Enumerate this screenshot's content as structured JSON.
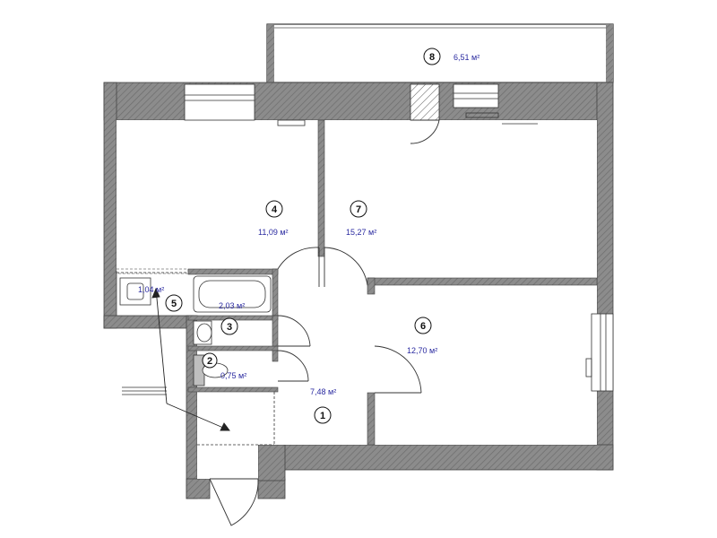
{
  "colors": {
    "wall": "#8c8c8c",
    "wall_hatch": "#7a7a7a",
    "area_text": "#2a2aa0",
    "line": "#222222"
  },
  "rooms": [
    {
      "number": "1",
      "area": "7,48 м²"
    },
    {
      "number": "2",
      "area": "0,75 м²"
    },
    {
      "number": "3",
      "area": "2,03 м²"
    },
    {
      "number": "4",
      "area": "11,09 м²"
    },
    {
      "number": "5",
      "area": "1,04 м²"
    },
    {
      "number": "6",
      "area": "12,70 м²"
    },
    {
      "number": "7",
      "area": "15,27 м²"
    },
    {
      "number": "8",
      "area": "6,51 м²"
    }
  ]
}
